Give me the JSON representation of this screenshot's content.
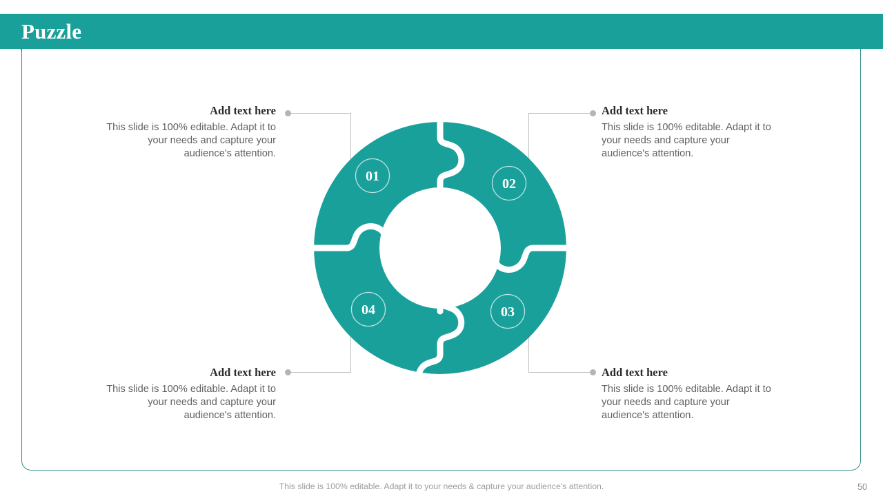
{
  "header": {
    "title": "Puzzle",
    "band_color": "#1AA09B"
  },
  "theme": {
    "accent": "#1AA09B",
    "border": "#2E8C87",
    "leader_line": "#BFBFBF",
    "leader_dot": "#B5B5B5",
    "heading_text": "#2B2B2B",
    "body_text": "#616161",
    "footer_text": "#9C9C9C",
    "number_ring": "#BFE4E2"
  },
  "blocks": [
    {
      "id": "01",
      "heading": "Add text here",
      "body": "This slide is 100% editable. Adapt it to your needs and capture your audience's attention."
    },
    {
      "id": "02",
      "heading": "Add text here",
      "body": "This slide is 100% editable. Adapt it to your needs and capture your audience's attention."
    },
    {
      "id": "03",
      "heading": "Add text here",
      "body": "This slide is 100% editable. Adapt it to your needs and capture your audience's attention."
    },
    {
      "id": "04",
      "heading": "Add text here",
      "body": "This slide is 100% editable. Adapt it to your needs and capture your audience's attention."
    }
  ],
  "diagram": {
    "type": "puzzle-ring",
    "segment_count": 4,
    "segment_labels": [
      "01",
      "02",
      "04",
      "03"
    ],
    "label_01": "01",
    "label_02": "02",
    "label_03": "03",
    "label_04": "04"
  },
  "footer": {
    "note": "This slide is 100% editable. Adapt it to your needs & capture your audience's attention.",
    "page_number": "50"
  }
}
